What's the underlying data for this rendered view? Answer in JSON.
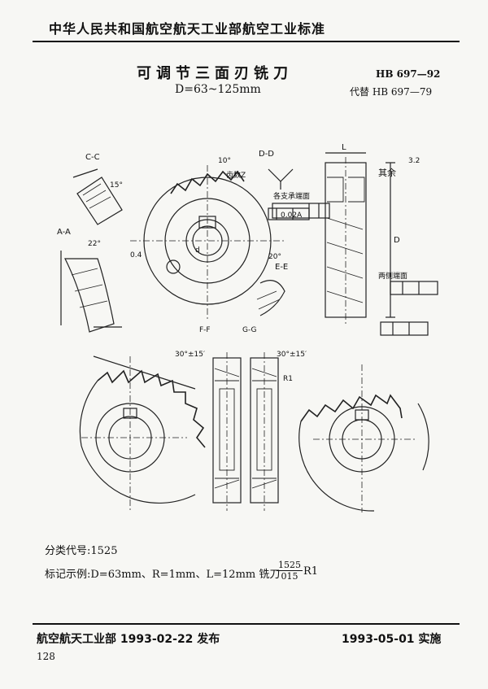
{
  "header": {
    "organization": "中华人民共和国航空航天工业部航空工业标准",
    "title": "可调节三面刃铣刀",
    "range": "D=63~125mm",
    "standard_no": "HB 697—92",
    "replaces": "代替 HB 697—79"
  },
  "drawing_labels": {
    "cc": "C-C",
    "dd": "D-D",
    "aa": "A-A",
    "ee": "E-E",
    "ff": "F-F",
    "gg": "G-G",
    "teeth": "齿数Z",
    "allowance": "其余",
    "rough": "3.2",
    "side_runout": "各支承端面",
    "both_sides": "两侧端面",
    "tol": "0.02",
    "datum": "A",
    "dim_d": "D",
    "dim_l": "L",
    "dim_d1": "d",
    "ang10": "10°",
    "ang15": "15°",
    "ang22": "22°",
    "ang20": "20°",
    "ang30": "30°±15′",
    "ra": "0.4",
    "r1": "R1"
  },
  "classification": "分类代号:1525",
  "marking_example": "标记示例:D=63mm、R=1mm、L=12mm 铣刀",
  "marking_code_top": "1525",
  "marking_code_bottom": "015",
  "marking_code_suffix": "R1",
  "footer": {
    "issued_by": "航空航天工业部 1993-02-22 发布",
    "implemented": "1993-05-01 实施",
    "page": "128"
  }
}
